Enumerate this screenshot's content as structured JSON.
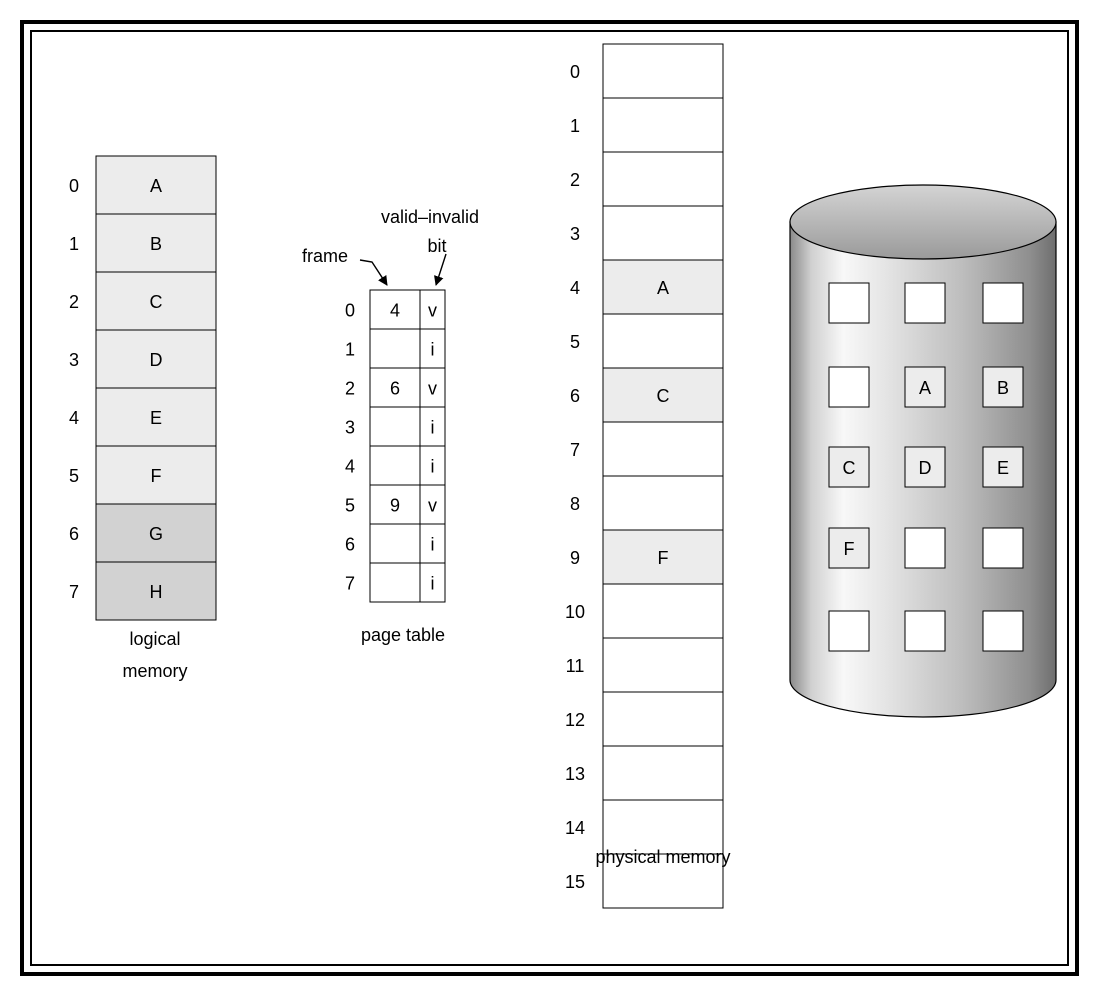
{
  "logical_memory": {
    "caption_line1": "logical",
    "caption_line2": "memory",
    "pages": [
      {
        "index": "0",
        "label": "A",
        "shade": "#ececec"
      },
      {
        "index": "1",
        "label": "B",
        "shade": "#ececec"
      },
      {
        "index": "2",
        "label": "C",
        "shade": "#ececec"
      },
      {
        "index": "3",
        "label": "D",
        "shade": "#ececec"
      },
      {
        "index": "4",
        "label": "E",
        "shade": "#ececec"
      },
      {
        "index": "5",
        "label": "F",
        "shade": "#ececec"
      },
      {
        "index": "6",
        "label": "G",
        "shade": "#d2d2d2"
      },
      {
        "index": "7",
        "label": "H",
        "shade": "#d2d2d2"
      }
    ]
  },
  "page_table": {
    "caption": "page table",
    "frame_label": "frame",
    "valid_label_line1": "valid–invalid",
    "valid_label_line2": "bit",
    "rows": [
      {
        "index": "0",
        "frame": "4",
        "bit": "v"
      },
      {
        "index": "1",
        "frame": "",
        "bit": "i"
      },
      {
        "index": "2",
        "frame": "6",
        "bit": "v"
      },
      {
        "index": "3",
        "frame": "",
        "bit": "i"
      },
      {
        "index": "4",
        "frame": "",
        "bit": "i"
      },
      {
        "index": "5",
        "frame": "9",
        "bit": "v"
      },
      {
        "index": "6",
        "frame": "",
        "bit": "i"
      },
      {
        "index": "7",
        "frame": "",
        "bit": "i"
      }
    ]
  },
  "physical_memory": {
    "caption": "physical memory",
    "frames": [
      {
        "index": "0",
        "label": ""
      },
      {
        "index": "1",
        "label": ""
      },
      {
        "index": "2",
        "label": ""
      },
      {
        "index": "3",
        "label": ""
      },
      {
        "index": "4",
        "label": "A"
      },
      {
        "index": "5",
        "label": ""
      },
      {
        "index": "6",
        "label": "C"
      },
      {
        "index": "7",
        "label": ""
      },
      {
        "index": "8",
        "label": ""
      },
      {
        "index": "9",
        "label": "F"
      },
      {
        "index": "10",
        "label": ""
      },
      {
        "index": "11",
        "label": ""
      },
      {
        "index": "12",
        "label": ""
      },
      {
        "index": "13",
        "label": ""
      },
      {
        "index": "14",
        "label": ""
      },
      {
        "index": "15",
        "label": ""
      }
    ]
  },
  "disk": {
    "grid": [
      [
        "",
        "",
        ""
      ],
      [
        "",
        "A",
        "B"
      ],
      [
        "C",
        "D",
        "E"
      ],
      [
        "F",
        "",
        ""
      ],
      [
        "",
        "",
        ""
      ]
    ]
  },
  "colors": {
    "filled_cell": "#ececec",
    "dark_cell": "#d2d2d2",
    "line": "#000000"
  }
}
